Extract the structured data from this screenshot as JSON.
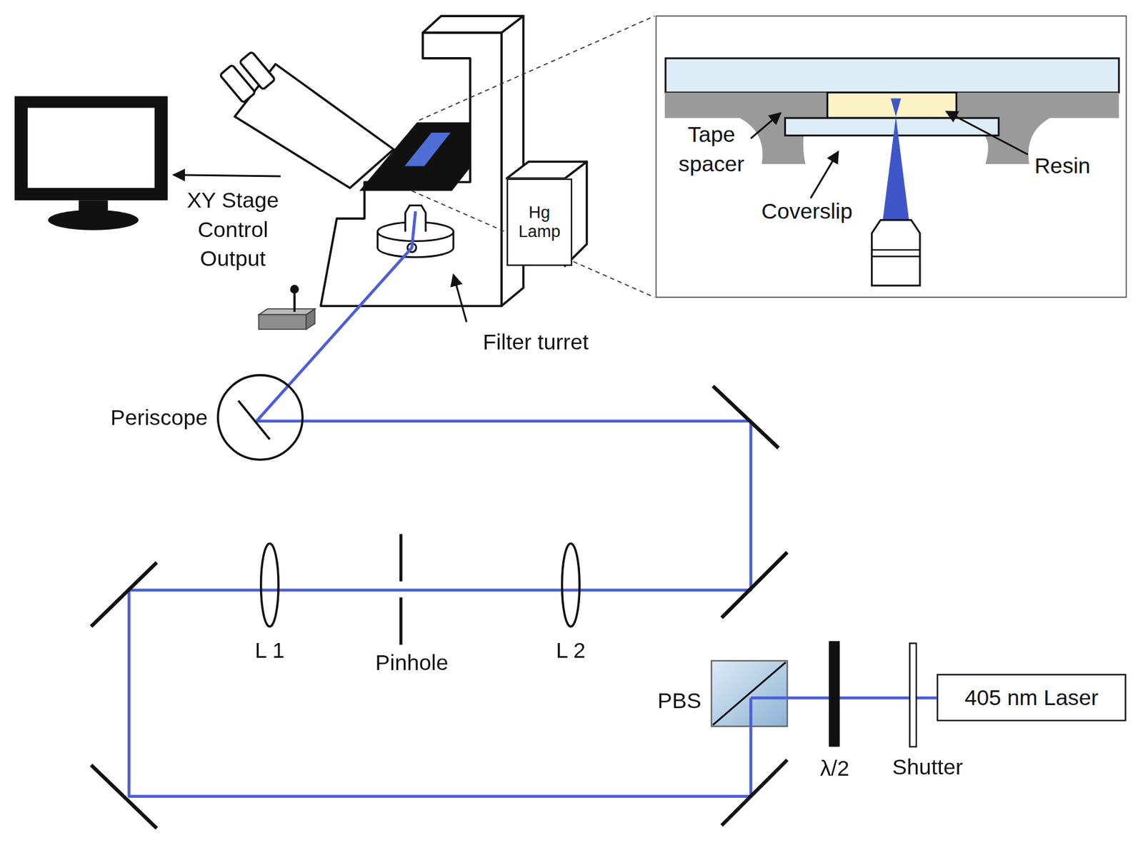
{
  "diagram": {
    "nodes": [
      {
        "text": [
          "Hg Lamp"
        ]
      },
      {
        "text": [
          "405 nm Laser"
        ]
      }
    ],
    "labels": [
      "XY Stage Control Output",
      "Filter turret",
      "Periscope",
      "Tape spacer",
      "Coverslip",
      "Resin",
      "L 1",
      "Pinhole",
      "L 2",
      "PBS",
      "λ/2",
      "Shutter"
    ]
  }
}
